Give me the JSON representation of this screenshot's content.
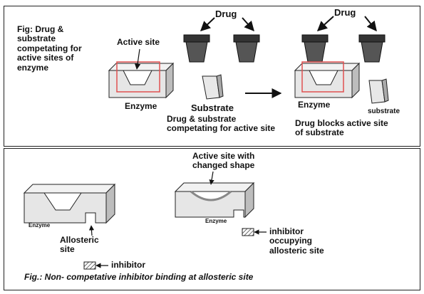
{
  "top": {
    "caption": "Fig: Drug &\nsubstrate\ncompetating for\nactive sites of\nenzyme",
    "active_site_label": "Active site",
    "drug_label_left": "Drug",
    "drug_label_right": "Drug",
    "enzyme_label_left": "Enzyme",
    "substrate_label": "Substrate",
    "competition_text": "Drug & substrate\ncompetating for active site",
    "enzyme_label_right": "Enzyme",
    "substrate_label_small": "substrate",
    "blocks_text": "Drug blocks active site\nof substrate"
  },
  "bottom": {
    "active_site_changed": "Active site with\nchanged shape",
    "enzyme_label_left": "Enzyme",
    "allosteric_site": "Allosteric\nsite",
    "inhibitor_left": "inhibitor",
    "enzyme_label_right": "Enzyme",
    "inhibitor_right": "inhibitor\noccupying\nallosteric site",
    "caption": "Fig.: Non- competative inhibitor binding at allosteric site"
  },
  "colors": {
    "enzyme_fill": "#e6e6e6",
    "drug_fill": "#444444",
    "active_site_box": "#e05050"
  }
}
